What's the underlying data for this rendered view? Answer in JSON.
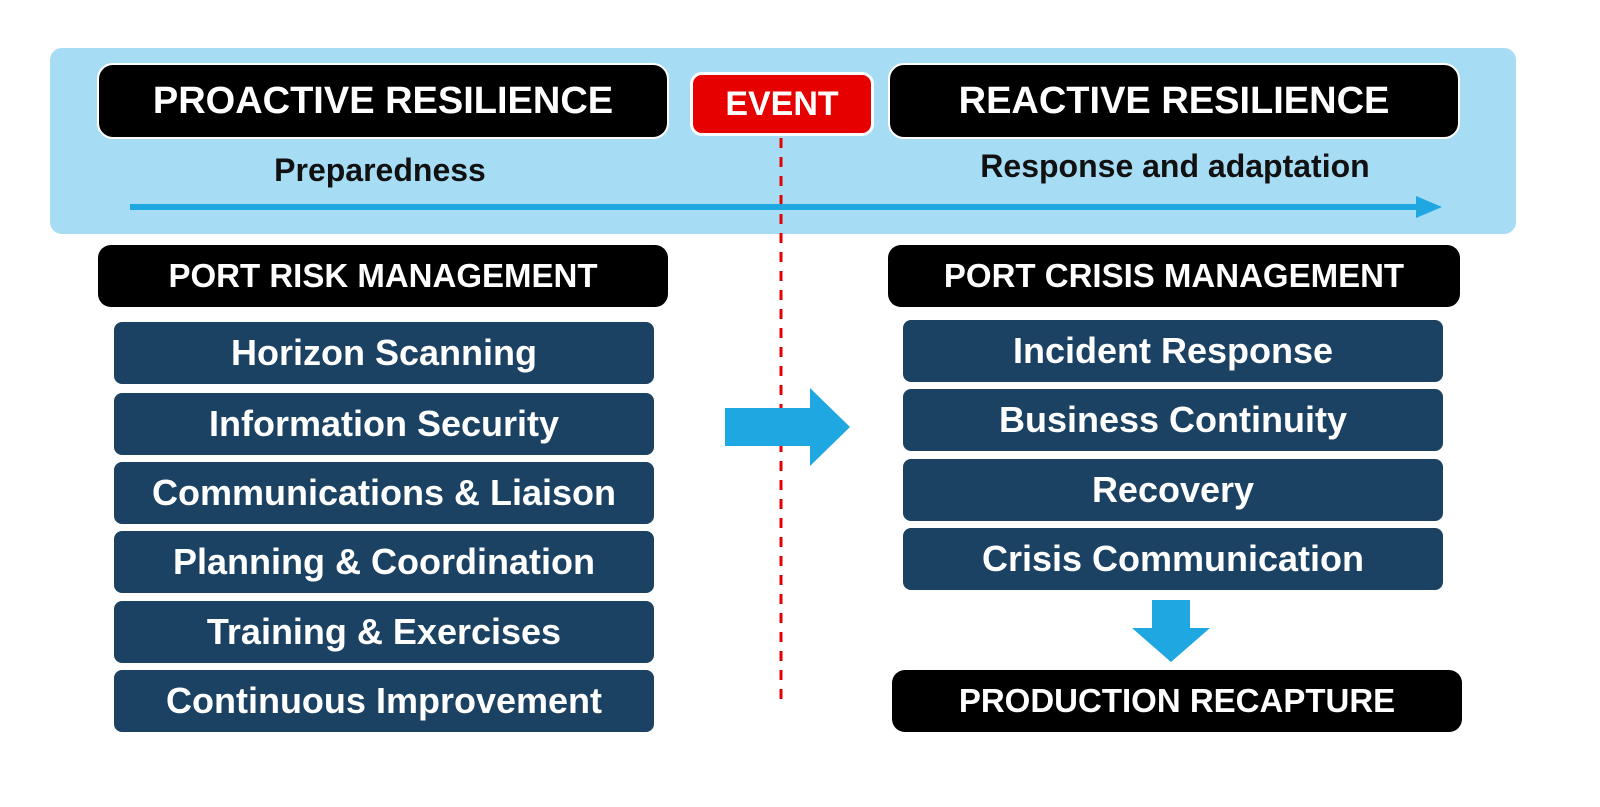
{
  "proactive": {
    "title": "PROACTIVE RESILIENCE",
    "subtitle": "Preparedness"
  },
  "event": {
    "label": "EVENT"
  },
  "reactive": {
    "title": "REACTIVE RESILIENCE",
    "subtitle": "Response and adaptation"
  },
  "risk_management": {
    "title": "PORT RISK MANAGEMENT",
    "items": [
      "Horizon Scanning",
      "Information Security",
      "Communications & Liaison",
      "Planning & Coordination",
      "Training & Exercises",
      "Continuous Improvement"
    ]
  },
  "crisis_management": {
    "title": "PORT CRISIS MANAGEMENT",
    "items": [
      "Incident Response",
      "Business Continuity",
      "Recovery",
      "Crisis Communication"
    ]
  },
  "outcome": {
    "label": "PRODUCTION RECAPTURE"
  },
  "colors": {
    "band": "#a6dcf4",
    "arrow": "#1ea7e1",
    "event": "#e60000",
    "item": "#1b4263",
    "pill": "#000000",
    "dashed_line": "#e60000"
  }
}
